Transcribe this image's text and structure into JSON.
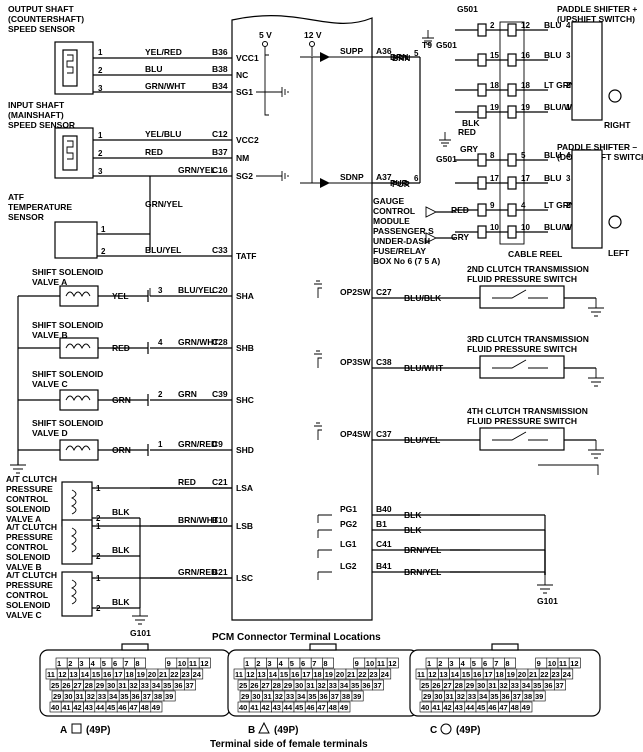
{
  "sensors": {
    "output_shaft": [
      "OUTPUT SHAFT",
      "(COUNTERSHAFT)",
      "SPEED SENSOR"
    ],
    "input_shaft": [
      "INPUT SHAFT",
      "(MAINSHAFT)",
      "SPEED SENSOR"
    ],
    "atf_temp": [
      "ATF",
      "TEMPERATURE",
      "SENSOR"
    ]
  },
  "solenoids": {
    "a": [
      "SHIFT SOLENOID",
      "VALVE A"
    ],
    "b": [
      "SHIFT SOLENOID",
      "VALVE B"
    ],
    "c": [
      "SHIFT SOLENOID",
      "VALVE C"
    ],
    "d": [
      "SHIFT SOLENOID",
      "VALVE D"
    ],
    "lsa": [
      "A/T CLUTCH",
      "PRESSURE",
      "CONTROL",
      "SOLENOID",
      "VALVE A"
    ],
    "lsb": [
      "A/T CLUTCH",
      "PRESSURE",
      "CONTROL",
      "SOLENOID",
      "VALVE B"
    ],
    "lsc": [
      "A/T CLUTCH",
      "PRESSURE",
      "CONTROL",
      "SOLENOID",
      "VALVE C"
    ]
  },
  "left_rows": [
    {
      "wire": "YEL/RED",
      "term": "B36",
      "sig": "VCC1"
    },
    {
      "wire": "BLU",
      "term": "B38",
      "sig": "NC"
    },
    {
      "wire": "GRN/WHT",
      "term": "B34",
      "sig": "SG1"
    },
    {
      "wire": "YEL/BLU",
      "term": "C12",
      "sig": "VCC2"
    },
    {
      "wire": "RED",
      "term": "B37",
      "sig": "NM"
    },
    {
      "wire": "GRN/YEL",
      "term": "C16",
      "sig": "SG2"
    },
    {
      "wire": "BLU/YEL",
      "term": "C33",
      "sig": "TATF"
    },
    {
      "wire": "BLU/YEL",
      "term": "C20",
      "sig": "SHA"
    },
    {
      "wire": "GRN/WHT",
      "term": "C28",
      "sig": "SHB"
    },
    {
      "wire": "GRN",
      "term": "C39",
      "sig": "SHC"
    },
    {
      "wire": "GRN/RED",
      "term": "C9",
      "sig": "SHD"
    },
    {
      "wire": "RED",
      "term": "C21",
      "sig": "LSA"
    },
    {
      "wire": "BRN/WHT",
      "term": "B10",
      "sig": "LSB"
    },
    {
      "wire": "GRN/RED",
      "term": "B21",
      "sig": "LSC"
    }
  ],
  "sol_local_wires": [
    "YEL",
    "RED",
    "GRN",
    "ORN"
  ],
  "sol_pins": [
    "3",
    "4",
    "2",
    "1"
  ],
  "blk": "BLK",
  "grn_yel": "GRN/YEL",
  "supply": {
    "v5": "5 V",
    "v12": "12 V"
  },
  "right_rows": [
    {
      "sig": "SUPP",
      "term": "A36",
      "wire": "BRN"
    },
    {
      "sig": "SDNP",
      "term": "A37",
      "wire": "PUR"
    },
    {
      "sig": "OP2SW",
      "term": "C27",
      "wire": "BLU/BLK"
    },
    {
      "sig": "OP3SW",
      "term": "C38",
      "wire": "BLU/WHT"
    },
    {
      "sig": "OP4SW",
      "term": "C37",
      "wire": "BLU/YEL"
    },
    {
      "sig": "PG1",
      "term": "B40",
      "wire": "BLK"
    },
    {
      "sig": "PG2",
      "term": "B1",
      "wire": "BLK"
    },
    {
      "sig": "LG1",
      "term": "C41",
      "wire": "BRN/YEL"
    },
    {
      "sig": "LG2",
      "term": "B41",
      "wire": "BRN/YEL"
    }
  ],
  "pressure_switches": [
    [
      "2ND CLUTCH TRANSMISSION",
      "FLUID PRESSURE SWITCH"
    ],
    [
      "3RD CLUTCH TRANSMISSION",
      "FLUID PRESSURE SWITCH"
    ],
    [
      "4TH CLUTCH TRANSMISSION",
      "FLUID PRESSURE SWITCH"
    ]
  ],
  "paddle": {
    "up": [
      "PADDLE SHIFTER +",
      "(UPSHIFT SWITCH)"
    ],
    "down": [
      "PADDLE SHIFTER –",
      "(DOWNSHIFT SWITCH)"
    ],
    "right": "RIGHT",
    "left": "LEFT",
    "cable_reel": "CABLE REEL",
    "gauge": [
      "GAUGE",
      "CONTROL",
      "MODULE"
    ],
    "fuse": [
      "PASSENGER S",
      "UNDER-DASH",
      "FUSE/RELAY",
      "BOX No 6 (7 5 A)"
    ],
    "t9": "T9",
    "g501a": "G501",
    "g501b": "G501",
    "reel_wires": [
      "BLK",
      "BLK",
      "RED",
      "GRY",
      "BRN",
      "PUR",
      "RED",
      "GRY"
    ],
    "reel_pins_left": [
      "2",
      "15",
      "18",
      "19",
      "8",
      "17",
      "9",
      "10"
    ],
    "reel_pins_right": [
      "12",
      "16",
      "18",
      "19",
      "5",
      "17",
      "4",
      "10"
    ],
    "switch_wires": [
      "BLU",
      "BLU",
      "LT GRN",
      "BLU/WHT",
      "BLU",
      "BLU",
      "LT GRN",
      "BLU/WHT"
    ],
    "switch_pins": [
      "4",
      "3",
      "2",
      "1",
      "4",
      "3",
      "2",
      "1"
    ],
    "pin_5": "5",
    "pin_6": "6"
  },
  "g101": "G101",
  "connector_title": "PCM Connector Terminal Locations",
  "connector_footer": "Terminal side of female terminals",
  "connectors": [
    {
      "label": "A",
      "shape": "square",
      "pins": "(49P)"
    },
    {
      "label": "B",
      "shape": "triangle",
      "pins": "(49P)"
    },
    {
      "label": "C",
      "shape": "circle",
      "pins": "(49P)"
    }
  ],
  "conn_rows": [
    [
      "1",
      "2",
      "3",
      "4",
      "5",
      "6",
      "7",
      "8",
      "9",
      "10",
      "11",
      "12"
    ],
    [
      "11",
      "12",
      "13",
      "14",
      "15",
      "16",
      "17",
      "18",
      "19",
      "20",
      "21",
      "22",
      "23",
      "24"
    ],
    [
      "25",
      "26",
      "27",
      "28",
      "29",
      "30",
      "31",
      "32",
      "33",
      "34",
      "35",
      "36",
      "37"
    ],
    [
      "29",
      "30",
      "31",
      "32",
      "33",
      "34",
      "35",
      "36",
      "37",
      "38",
      "39"
    ],
    [
      "40",
      "41",
      "42",
      "43",
      "44",
      "45",
      "46",
      "47",
      "48",
      "49"
    ]
  ]
}
